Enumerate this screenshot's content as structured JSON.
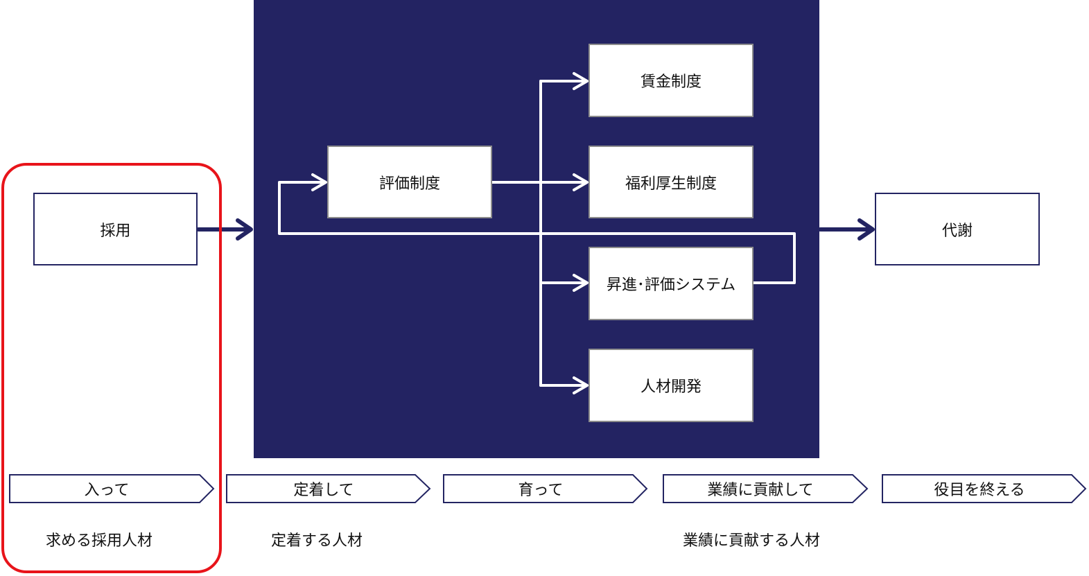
{
  "colors": {
    "panel": "#232362",
    "highlight_border": "#e8141a",
    "arrow_navy": "#232462",
    "arrow_white": "#ffffff"
  },
  "boxes": {
    "recruitment": "採用",
    "evaluation": "評価制度",
    "wage": "賃金制度",
    "welfare": "福利厚生制度",
    "promotion": "昇進･評価システム",
    "development": "人材開発",
    "metabolism": "代謝"
  },
  "stages": [
    "入って",
    "定着して",
    "育って",
    "業績に貢献して",
    "役目を終える"
  ],
  "captions": {
    "desired": "求める採用人材",
    "settling": "定着する人材",
    "contributing": "業績に貢献する人材"
  }
}
